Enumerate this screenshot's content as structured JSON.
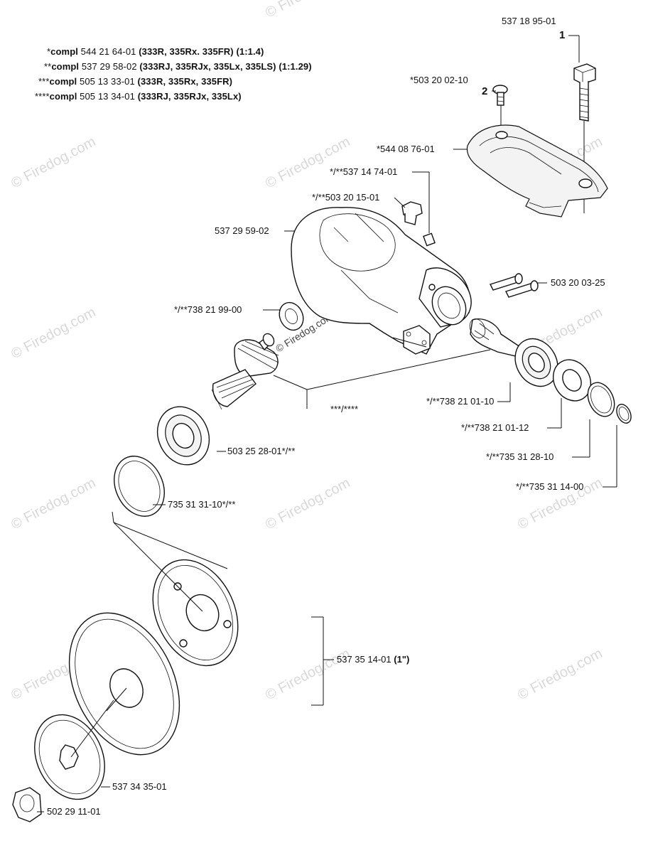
{
  "notes": [
    {
      "stars": "*",
      "prefix": "compl ",
      "number": "544 21 64-01",
      "models": "(333R, 335Rx. 335FR)",
      "ratio": "(1:1.4)"
    },
    {
      "stars": "**",
      "prefix": "compl ",
      "number": "537 29 58-02",
      "models": "(333RJ, 335RJx, 335Lx, 335LS)",
      "ratio": "(1:1.29)"
    },
    {
      "stars": "***",
      "prefix": "compl ",
      "number": "505 13 33-01",
      "models": "(333R, 335Rx, 335FR)",
      "ratio": ""
    },
    {
      "stars": "****",
      "prefix": "compl ",
      "number": "505 13 34-01",
      "models": "(333RJ, 335RJx, 335Lx)",
      "ratio": ""
    }
  ],
  "callouts": {
    "p537_18_95_01": "537 18 95-01",
    "num1": "1",
    "p503_20_02_10": "*503 20 02-10",
    "num2": "2",
    "p544_08_76_01": "*544 08 76-01",
    "p537_14_74_01": "*/**537 14 74-01",
    "p503_20_15_01": "*/**503 20 15-01",
    "p537_29_59_02": "537 29 59-02",
    "p503_20_03_25": "503 20 03-25",
    "p738_21_99_00": "*/**738 21 99-00",
    "p738_21_01_10": "*/**738 21 01-10",
    "p738_21_01_12": "*/**738 21 01-12",
    "p735_31_28_10": "*/**735 31 28-10",
    "p735_31_14_00": "*/**735 31 14-00",
    "stars34": "***/****",
    "p503_25_28_01": "503 25 28-01*/**",
    "p735_31_31_10": "735 31 31-10*/**",
    "p537_35_14_01": "537 35 14-01",
    "p537_35_14_01_size": "(1\")",
    "p537_34_35_01": "537 34 35-01",
    "p502_29_11_01": "502 29 11-01"
  },
  "watermark": "© Firedog.com"
}
